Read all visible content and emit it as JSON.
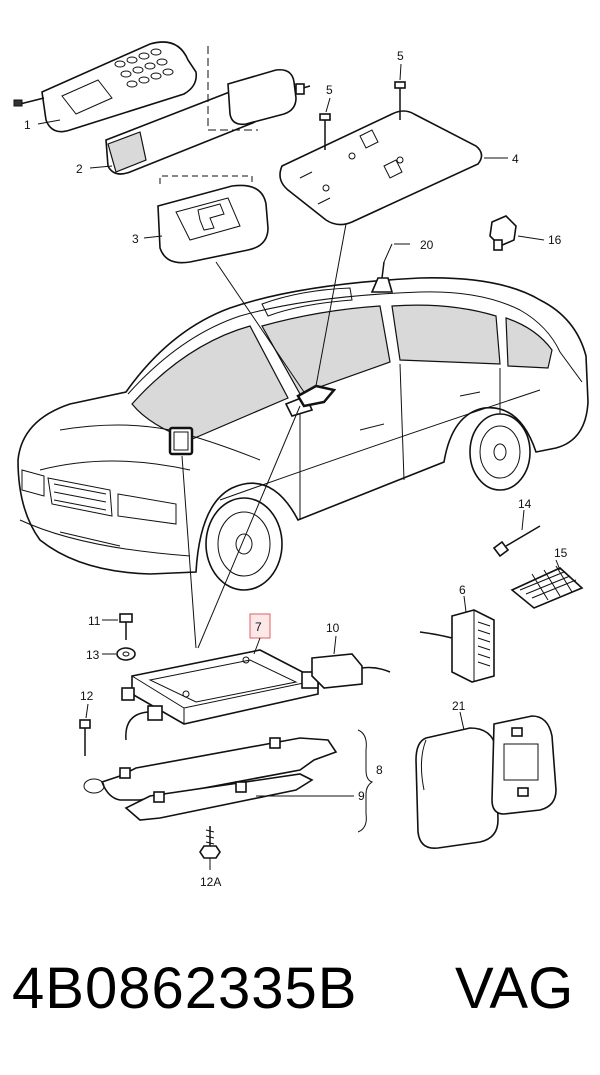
{
  "callouts": {
    "c1": "1",
    "c2": "2",
    "c3": "3",
    "c4": "4",
    "c5a": "5",
    "c5b": "5",
    "c16": "16",
    "c20": "20",
    "c14": "14",
    "c15": "15",
    "c6": "6",
    "c7": "7",
    "c10": "10",
    "c11": "11",
    "c13": "13",
    "c12": "12",
    "c8": "8",
    "c9": "9",
    "c21": "21",
    "c12a": "12A"
  },
  "highlight_color": "#e06060",
  "footer": {
    "part_number": "4B0862335B",
    "brand": "VAG"
  }
}
